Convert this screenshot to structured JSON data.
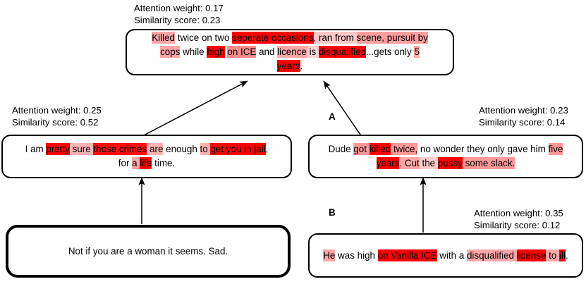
{
  "diagram": {
    "title_metrics_label_attention": "Attention weight:",
    "title_metrics_label_similarity": "Similarity score:",
    "nodes": [
      {
        "id": "root",
        "name": "root-comment",
        "metrics": {
          "attention_label": "Attention weight: 0.17",
          "similarity_label": "Similarity score:  0.23",
          "attention_weight": 0.17,
          "similarity_score": 0.23
        },
        "node_label": "",
        "thick_border": false,
        "lines": [
          [
            {
              "t": "Killed",
              "h": 0.35
            },
            {
              "t": " ",
              "h": 0
            },
            {
              "t": "twice on two ",
              "h": 0
            },
            {
              "t": "seperate occasions",
              "h": 1.0
            },
            {
              "t": ", ran from ",
              "h": 0.22
            },
            {
              "t": "scene, pursuit by",
              "h": 0.38
            }
          ],
          [
            {
              "t": "cops",
              "h": 0.35
            },
            {
              "t": " while ",
              "h": 0
            },
            {
              "t": "high",
              "h": 1.0
            },
            {
              "t": " ",
              "h": 0
            },
            {
              "t": "on ICE",
              "h": 0.45
            },
            {
              "t": " and ",
              "h": 0
            },
            {
              "t": "licence",
              "h": 0.35
            },
            {
              "t": " is ",
              "h": 0.18
            },
            {
              "t": "disqualified",
              "h": 1.0
            },
            {
              "t": "...gets only ",
              "h": 0
            },
            {
              "t": "5",
              "h": 0.35
            }
          ],
          [
            {
              "t": "years",
              "h": 1.0
            },
            {
              "t": ".",
              "h": 0
            }
          ]
        ]
      },
      {
        "id": "left-mid",
        "name": "left-middle-comment",
        "metrics": {
          "attention_label": "Attention weight: 0.25",
          "similarity_label": "Similarity score: 0.52",
          "attention_weight": 0.25,
          "similarity_score": 0.52
        },
        "node_label": "",
        "thick_border": false,
        "lines": [
          [
            {
              "t": "I am ",
              "h": 0
            },
            {
              "t": "pretty",
              "h": 1.0
            },
            {
              "t": " ",
              "h": 0.3
            },
            {
              "t": "sure",
              "h": 0.3
            },
            {
              "t": " ",
              "h": 0.3
            },
            {
              "t": "those crimes",
              "h": 0.95
            },
            {
              "t": " ",
              "h": 0.3
            },
            {
              "t": "are",
              "h": 0.3
            },
            {
              "t": " enough ",
              "h": 0
            },
            {
              "t": "to",
              "h": 0.3
            },
            {
              "t": " ",
              "h": 0.3
            },
            {
              "t": "get you in jail",
              "h": 1.0
            },
            {
              "t": ",",
              "h": 0
            }
          ],
          [
            {
              "t": "for ",
              "h": 0
            },
            {
              "t": "a",
              "h": 0.35
            },
            {
              "t": " ",
              "h": 0.35
            },
            {
              "t": "life",
              "h": 1.0
            },
            {
              "t": " time.",
              "h": 0
            }
          ]
        ]
      },
      {
        "id": "right-mid",
        "name": "right-middle-comment",
        "metrics": {
          "attention_label": "Attention weight: 0.23",
          "similarity_label": "Similarity score: 0.14",
          "attention_weight": 0.23,
          "similarity_score": 0.14
        },
        "node_label": "A",
        "thick_border": false,
        "lines": [
          [
            {
              "t": "Dude ",
              "h": 0
            },
            {
              "t": "got",
              "h": 0.4
            },
            {
              "t": " ",
              "h": 0.4
            },
            {
              "t": "killed",
              "h": 1.0
            },
            {
              "t": " ",
              "h": 0.4
            },
            {
              "t": "twice,",
              "h": 0.4
            },
            {
              "t": " no wonder they only gave him ",
              "h": 0
            },
            {
              "t": "five",
              "h": 0.4
            }
          ],
          [
            {
              "t": "years",
              "h": 1.0
            },
            {
              "t": ". Cut",
              "h": 0.35
            },
            {
              "t": " ",
              "h": 0.2
            },
            {
              "t": "the",
              "h": 0.2
            },
            {
              "t": " ",
              "h": 0.2
            },
            {
              "t": "pussy",
              "h": 1.0
            },
            {
              "t": " ",
              "h": 0.4
            },
            {
              "t": "some slack.",
              "h": 0.4
            }
          ]
        ]
      },
      {
        "id": "bottom-left",
        "name": "bottom-left-comment",
        "metrics": null,
        "node_label": "",
        "thick_border": true,
        "lines": [
          [
            {
              "t": "Not if you are a woman it seems. Sad.",
              "h": 0
            }
          ]
        ]
      },
      {
        "id": "bottom-right",
        "name": "bottom-right-comment",
        "metrics": {
          "attention_label": "Attention weight: 0.35",
          "similarity_label": "Similarity score: 0.12",
          "attention_weight": 0.35,
          "similarity_score": 0.12
        },
        "node_label": "B",
        "thick_border": false,
        "lines": [
          [
            {
              "t": "He",
              "h": 0.35
            },
            {
              "t": " was high ",
              "h": 0
            },
            {
              "t": "on Vanilla ICE",
              "h": 1.0
            },
            {
              "t": " with a ",
              "h": 0
            },
            {
              "t": "disqualified",
              "h": 0.35
            },
            {
              "t": " ",
              "h": 0.35
            },
            {
              "t": "license",
              "h": 1.0
            },
            {
              "t": " ",
              "h": 0.35
            },
            {
              "t": "to",
              "h": 0.35
            },
            {
              "t": " ",
              "h": 0.35
            },
            {
              "t": "ill",
              "h": 1.0
            },
            {
              "t": ".",
              "h": 0
            }
          ]
        ]
      }
    ],
    "colors": {
      "highlight": "#ff0000",
      "box_border": "#000000",
      "arrow": "#000000",
      "background": "#ffffff"
    }
  }
}
